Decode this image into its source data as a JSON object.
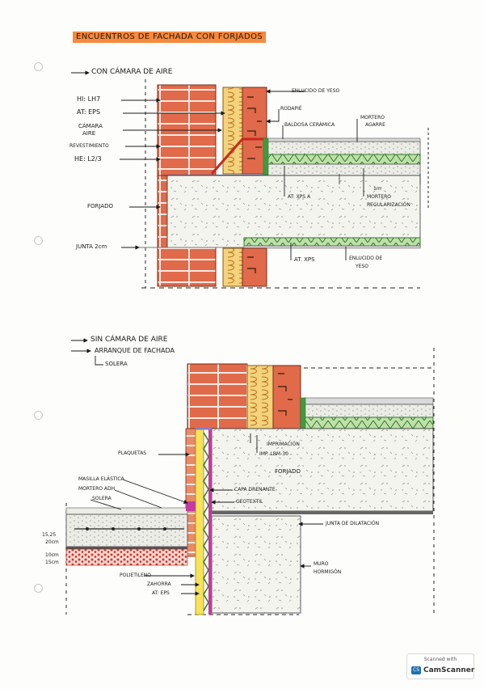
{
  "title": "ENCUENTROS DE FACHADA CON FORJADOS",
  "section1": {
    "heading": "CON CÁMARA DE AIRE",
    "labels": {
      "hi": "HI: LH7",
      "at_eps": "AT: EPS",
      "camara_1": "CÁMARA",
      "camara_2": "AIRE",
      "revestimiento": "REVESTIMIENTO",
      "he": "HE: L2/3",
      "forjado": "FORJADO",
      "junta": "JUNTA 2cm",
      "enlucido_top": "ENLUCIDO DE YESO",
      "rodapie": "RODAPIÉ",
      "baldosa": "BALDOSA CERÁMICA",
      "mortero_agarre_1": "MORTERO",
      "mortero_agarre_2": "AGARRE",
      "dim_1m": "1m",
      "at_xpsa": "AT: XPS A",
      "mortero_reg_1": "MORTERO",
      "mortero_reg_2": "REGULARIZACIÓN",
      "at_xps_bottom": "AT. XPS",
      "enlucido_bottom_1": "ENLUCIDO DE",
      "enlucido_bottom_2": "YESO"
    }
  },
  "section2": {
    "heading": "SIN CÁMARA DE AIRE",
    "sub1": "ARRANQUE DE FACHADA",
    "sub2": "SOLERA",
    "labels": {
      "plaquetas": "PLAQUETAS",
      "masilla": "MASILLA ELÁSTICA",
      "mortero_adh": "MORTERO ADH",
      "solera": "SOLERA",
      "dim_1": "15,25",
      "dim_2": "20cm",
      "dim_3": "10cm",
      "dim_4": "15cm",
      "polietileno": "POLIETILENO",
      "zahorra": "ZAHORRA",
      "at_eps": "AT: EPS",
      "imprimacion": "IMPRIMACIÓN",
      "imp_lbm": "IMP. LBM-30",
      "forjado": "FORJADO",
      "capa_drenante": "CAPA DRENANTE",
      "geotextil": "GEOTEXTIL",
      "junta_dilatacion": "JUNTA DE DILATACIÓN",
      "muro_1": "MURO",
      "muro_2": "HORMIGÓN"
    }
  },
  "badge": {
    "scanned": "Scanned with",
    "logo": "CS",
    "name": "CamScanner"
  },
  "colors": {
    "brick": "#e06a4a",
    "brick_dark": "#b2412a",
    "insulation": "#f3d37b",
    "green": "#3f9b3e",
    "concrete": "#f1f1ec",
    "gravel_red": "#d8362d",
    "magenta": "#c53a9e",
    "title_bg": "#f48a3e"
  }
}
